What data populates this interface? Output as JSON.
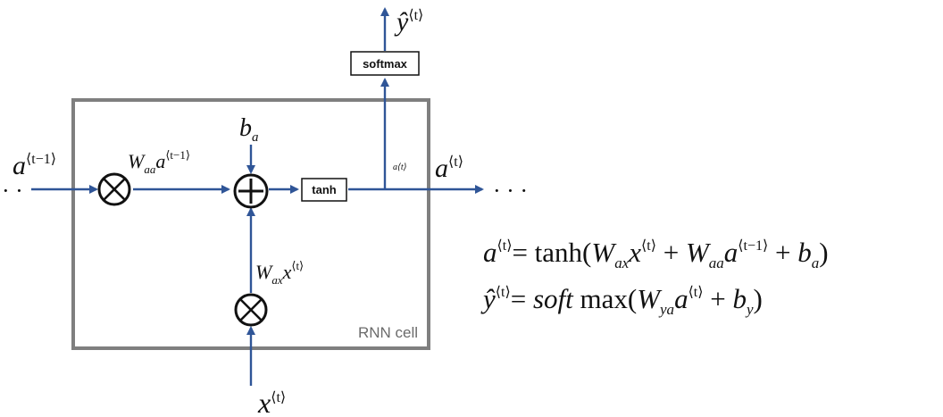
{
  "diagram": {
    "cell_label": "RNN cell",
    "ops": {
      "tanh_label": "tanh",
      "softmax_label": "softmax"
    },
    "ellipsis_left": "· ·",
    "ellipsis_right": "· · ·",
    "labels": {
      "a_prev": {
        "base": "a",
        "sup": "⟨t−1⟩"
      },
      "waa_term": {
        "w": "W",
        "wsub": "aa",
        "base": "a",
        "sup": "⟨t−1⟩"
      },
      "b_a": {
        "base": "b",
        "sub": "a"
      },
      "a_small": "a⟨t⟩",
      "a_t": {
        "base": "a",
        "sup": "⟨t⟩"
      },
      "y_hat": {
        "base": "ŷ",
        "sup": "⟨t⟩"
      },
      "wax_term": {
        "w": "W",
        "wsub": "ax",
        "base": "x",
        "sup": "⟨t⟩"
      },
      "x_t": {
        "base": "x",
        "sup": "⟨t⟩"
      }
    }
  },
  "equations": {
    "eq1": {
      "lhs_base": "a",
      "lhs_sup": "⟨t⟩",
      "eq": "= tanh(",
      "w1": "W",
      "w1_sub": "ax",
      "v1": "x",
      "v1_sup": "⟨t⟩",
      "plus1": " + ",
      "w2": "W",
      "w2_sub": "aa",
      "v2": "a",
      "v2_sup": "⟨t−1⟩",
      "plus2": " + ",
      "b": "b",
      "b_sub": "a",
      "close": ")"
    },
    "eq2": {
      "lhs_base": "ŷ",
      "lhs_sup": "⟨t⟩",
      "eq": "= ",
      "soft": "soft",
      "max": " max(",
      "w1": "W",
      "w1_sub": "ya",
      "v1": "a",
      "v1_sup": "⟨t⟩",
      "plus1": " + ",
      "b": "b",
      "b_sub": "y",
      "close": ")"
    }
  },
  "colors": {
    "arrow": "#2f5597",
    "cell_border": "#7f7f7f",
    "operator": "#111111"
  }
}
